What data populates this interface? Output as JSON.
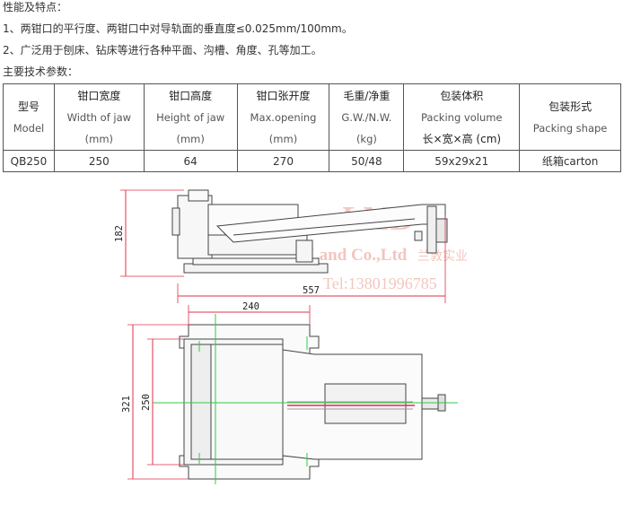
{
  "intro": {
    "heading": "性能及特点：",
    "point1": "1、两钳口的平行度、两钳口中对导轨面的垂直度≤0.025mm/100mm。",
    "point2": "2、广泛用于刨床、钻床等进行各种平面、沟槽、角度、孔等加工。",
    "params_heading": "主要技术参数："
  },
  "table": {
    "headers": [
      {
        "cn": "型号",
        "en": "Model",
        "unit": ""
      },
      {
        "cn": "钳口宽度",
        "en": "Width of jaw",
        "unit": "(mm)"
      },
      {
        "cn": "钳口高度",
        "en": "Height of jaw",
        "unit": "(mm)"
      },
      {
        "cn": "钳口张开度",
        "en": "Max.opening",
        "unit": "(mm)"
      },
      {
        "cn": "毛重/净重",
        "en": "G.W./N.W.",
        "unit": "(kg)"
      },
      {
        "cn": "包装体积",
        "en": "Packing volume",
        "unit": "长×宽×高 (cm)"
      },
      {
        "cn": "包装形式",
        "en": "Packing shape",
        "unit": ""
      }
    ],
    "rows": [
      [
        "QB250",
        "250",
        "64",
        "270",
        "50/48",
        "59x29x21",
        "纸箱carton"
      ]
    ]
  },
  "drawing": {
    "dim_height": "182",
    "dim_length": "557",
    "dim_240": "240",
    "dim_321": "321",
    "dim_250": "250"
  },
  "watermark": {
    "logo": "LMD",
    "company": "Land Co.,Ltd",
    "company_cn": "兰敦实业",
    "tel": "Tel:13801996785"
  },
  "colors": {
    "dimension_line": "#e0304a",
    "center_line": "#2ecc40",
    "watermark": "#f0b8b0"
  }
}
